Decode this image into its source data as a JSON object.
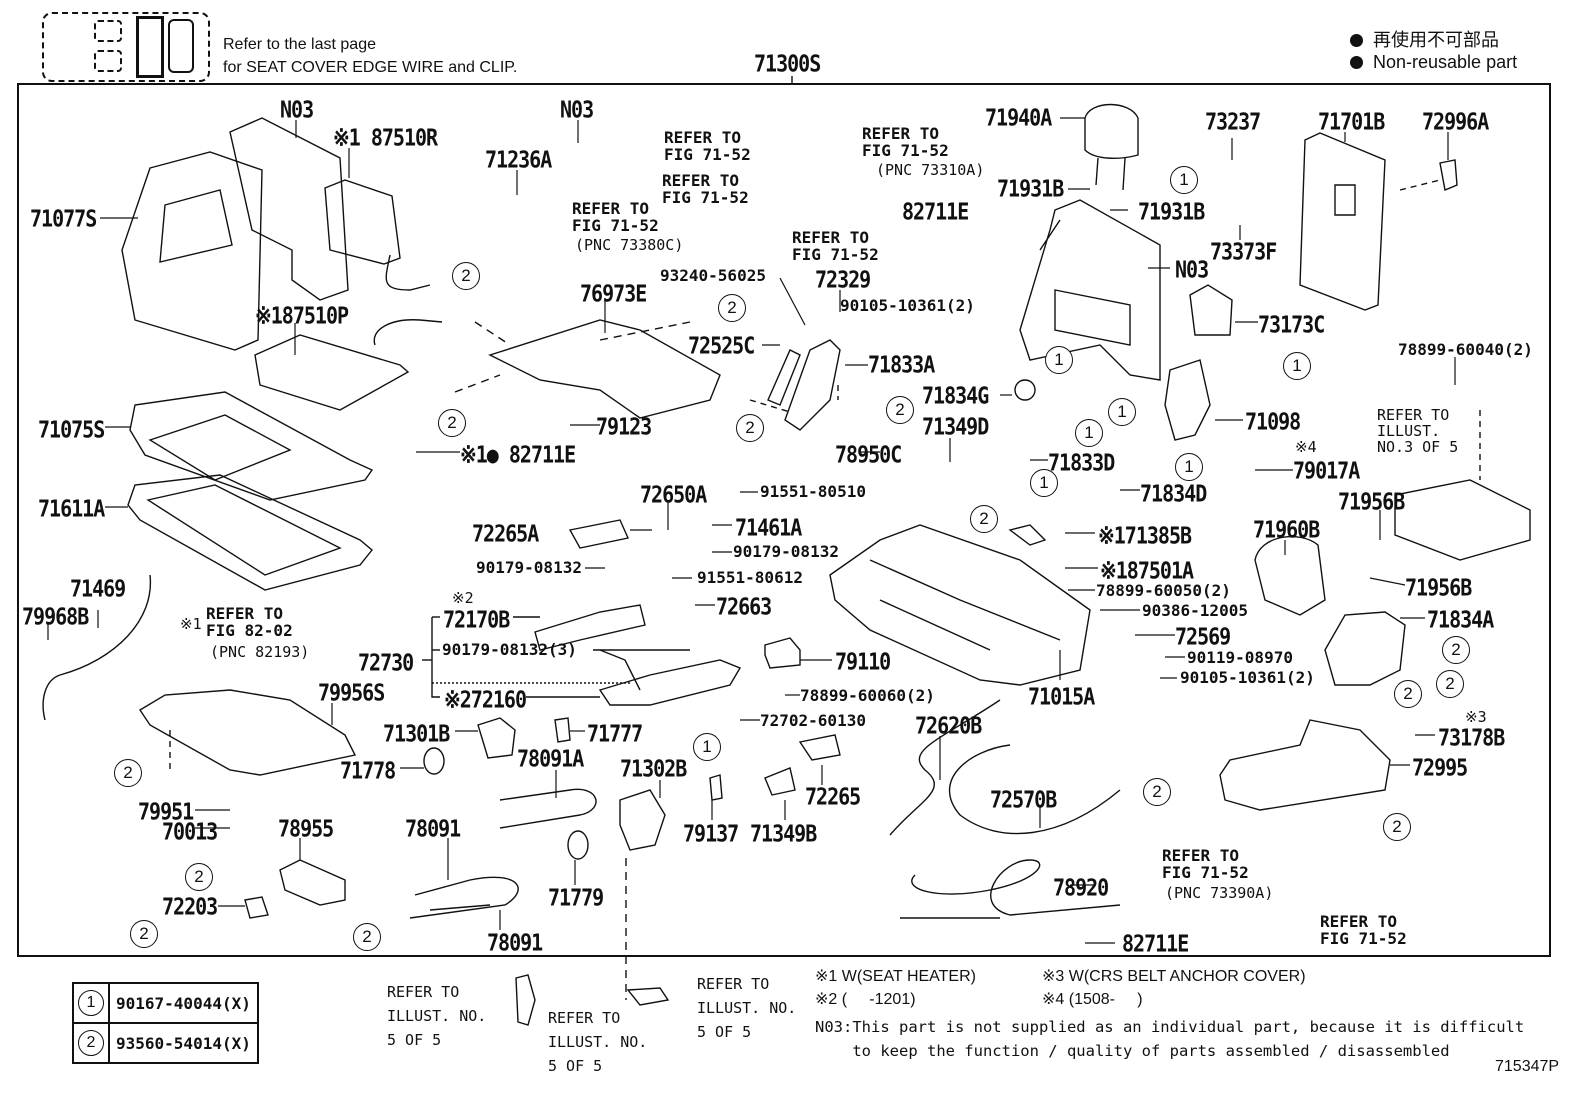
{
  "header": {
    "refer_note_line1": "Refer to the last page",
    "refer_note_line2": "for SEAT COVER EDGE WIRE and CLIP.",
    "legend_jp": "再使用不可部品",
    "legend_en": "Non-reusable part",
    "main_assembly": "71300S"
  },
  "parts": {
    "n03_a": "N03",
    "p87510R": "※1 87510R",
    "p71077S": "71077S",
    "n03_b": "N03",
    "p71236A": "71236A",
    "p87510P": "※187510P",
    "p71075S": "71075S",
    "p71611A": "71611A",
    "p82711E_1": "※1● 82711E",
    "p76973E": "76973E",
    "p79123": "79123",
    "p93240": "93240-56025",
    "p72329": "72329",
    "p72525C": "72525C",
    "p71833A": "71833A",
    "p90105_a": "90105-10361(2)",
    "p82711E_2": "82711E",
    "p71940A": "71940A",
    "p71931B_a": "71931B",
    "p71931B_b": "71931B",
    "p73237": "73237",
    "p73373F": "73373F",
    "n03_c": "N03",
    "p71701B": "71701B",
    "p72996A": "72996A",
    "p73173C": "73173C",
    "p71834G": "71834G",
    "p71098": "71098",
    "p71349D": "71349D",
    "p71833D": "71833D",
    "p71834D": "71834D",
    "p79017A": "79017A",
    "note4": "※4",
    "p78899_40": "78899-60040(2)",
    "p71956B_a": "71956B",
    "p71960B": "71960B",
    "p71956B_b": "71956B",
    "p78950C": "78950C",
    "p91551_805": "91551-80510",
    "p72650A": "72650A",
    "p72265A": "72265A",
    "p71461A": "71461A",
    "p90179_a": "90179-08132",
    "p90179_b": "90179-08132",
    "p91551_806": "91551-80612",
    "p72663": "72663",
    "note2a": "※2",
    "p72170B": "72170B",
    "p90179_3": "90179-08132(3)",
    "p72730": "72730",
    "p72160": "※272160",
    "p71385B": "※171385B",
    "p87501A": "※187501A",
    "p78899_50": "78899-60050(2)",
    "p90386": "90386-12005",
    "p72569": "72569",
    "p90119": "90119-08970",
    "p90105_b": "90105-10361(2)",
    "p71015A": "71015A",
    "p79110": "79110",
    "p78899_60": "78899-60060(2)",
    "p72702": "72702-60130",
    "p71834A": "71834A",
    "note3": "※3",
    "p73178B": "73178B",
    "p72995": "72995",
    "p71469": "71469",
    "p79968B": "79968B",
    "p79956S": "79956S",
    "p71301B": "71301B",
    "p71777": "71777",
    "p71778": "71778",
    "p78091A": "78091A",
    "p71302B": "71302B",
    "p79137": "79137",
    "p71349B": "71349B",
    "p72265": "72265",
    "p72620B": "72620B",
    "p72570B": "72570B",
    "p78920": "78920",
    "p82711E_3": "82711E",
    "p79951": "79951",
    "p70013": "70013",
    "p78955": "78955",
    "p78091_a": "78091",
    "p78091_b": "78091",
    "p72203": "72203",
    "p71779": "71779"
  },
  "refs": {
    "fig7152_a": "REFER TO\nFIG 71-52",
    "fig7152_b": "REFER TO\nFIG 71-52",
    "fig7152_pnc73310A": "REFER TO\nFIG 71-52",
    "pnc73310A": "(PNC 73310A)",
    "fig7152_pnc73380C": "REFER TO\nFIG 71-52",
    "pnc73380C": "(PNC 73380C)",
    "fig7152_c": "REFER TO\nFIG 71-52",
    "fig8202": "REFER TO\nFIG 82-02",
    "pnc82193": "(PNC 82193)",
    "note1_x": "※1",
    "illust3": "REFER TO\nILLUST.\nNO.3 OF 5",
    "fig7152_pnc73390A": "REFER TO\nFIG 71-52",
    "pnc73390A": "(PNC 73390A)",
    "fig7152_d": "REFER TO\nFIG 71-52"
  },
  "callouts": {
    "c1": "1",
    "c2": "2"
  },
  "bolt_legend": [
    {
      "key": "1",
      "part": "90167-40044(X)"
    },
    {
      "key": "2",
      "part": "93560-54014(X)"
    }
  ],
  "bottom_refs": {
    "illust5_a": "REFER TO\nILLUST. NO.\n5 OF 5",
    "illust5_b": "REFER TO\nILLUST. NO.\n5 OF 5",
    "illust5_c": "REFER TO\nILLUST. NO.\n5 OF 5"
  },
  "notes": {
    "n1": "※1 W(SEAT HEATER)",
    "n3": "※3 W(CRS BELT ANCHOR COVER)",
    "n2": "※2 (     -1201)",
    "n4": "※4 (1508-     )",
    "n03_line1": "N03:This part is not supplied as an individual part, because it is difficult",
    "n03_line2": "    to keep the function / quality of parts assembled / disassembled"
  },
  "figure_id": "715347P"
}
